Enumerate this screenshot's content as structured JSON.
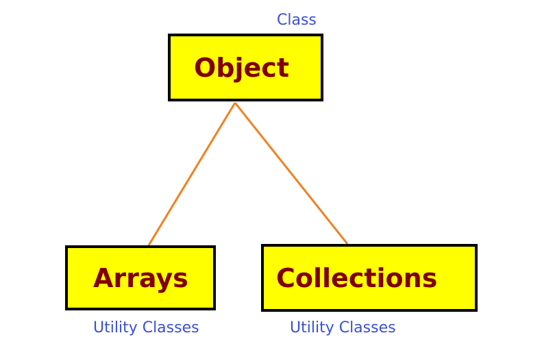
{
  "colors": {
    "box_fill": "#ffff00",
    "box_border": "#000000",
    "box_text": "#800000",
    "caption_text": "#3a4fd6",
    "connector": "#f08020"
  },
  "root": {
    "label": "Object",
    "caption": "Class"
  },
  "children": [
    {
      "label": "Arrays",
      "caption": "Utility Classes"
    },
    {
      "label": "Collections",
      "caption": "Utility Classes"
    }
  ]
}
